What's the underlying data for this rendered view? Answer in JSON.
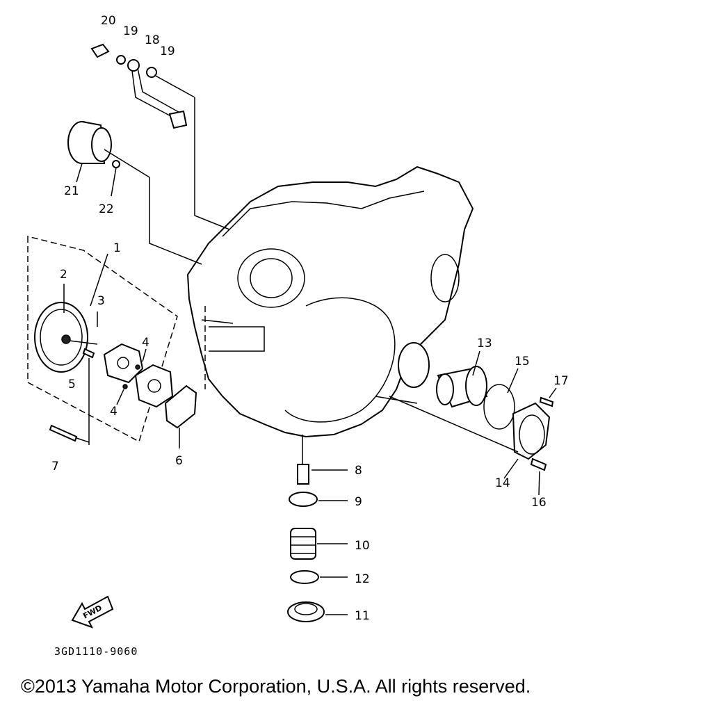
{
  "diagram": {
    "callouts": [
      "1",
      "2",
      "3",
      "4",
      "4",
      "5",
      "6",
      "7",
      "8",
      "9",
      "10",
      "11",
      "12",
      "13",
      "14",
      "15",
      "16",
      "17",
      "18",
      "19",
      "19",
      "20",
      "21",
      "22"
    ],
    "fwd_label": "FWD",
    "drawing_code": "3GD1110-9060"
  },
  "footer": {
    "copyright": "©2013 Yamaha Motor Corporation, U.S.A. All rights reserved."
  }
}
